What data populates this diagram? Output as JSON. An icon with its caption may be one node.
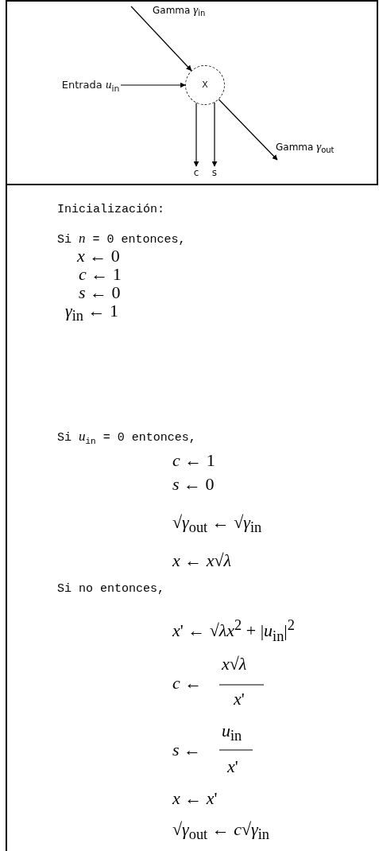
{
  "diagram": {
    "nodes": [
      {
        "text": [
          "Entrada *u*$_{in}$"
        ]
      },
      {
        "text": [
          "X"
        ]
      },
      {
        "text": [
          "c"
        ]
      },
      {
        "text": [
          "s"
        ]
      }
    ],
    "edges": [
      {
        "from": null,
        "to": 1,
        "arrow": "to",
        "label": "Gamma *γ*$_{in}$"
      },
      {
        "from": 0,
        "to": 1,
        "arrow": "to"
      },
      {
        "from": 1,
        "to": 2,
        "arrow": "to"
      },
      {
        "from": 1,
        "to": 3,
        "arrow": "to"
      },
      {
        "from": 1,
        "to": null,
        "arrow": "to",
        "label": "Gamma *γ*$_{out}$"
      }
    ],
    "labels": [
      "Inicialización:",
      "Si *n* = 0 entonces,",
      "*x* ← 0",
      "*c* ← 1",
      "*s* ← 0",
      "*γ*$_{in}$ ← 1",
      "Si *u*$_{in}$ = 0 entonces,",
      "*c* ← 1",
      "*s* ← 0",
      "√*γ*$_{out}$ ← √*γ*$_{in}$",
      "*x* ← *x*√*λ*",
      "Si no entonces,",
      "*x*' ← √*λx*$^{2}$ + |*u*$_{in}$|$^{2}$",
      "*c* ←",
      "*x*√*λ*",
      "*x*'",
      "*s* ←",
      "*u*$_{in}$",
      "*x*'",
      "*x* ← *x*'",
      "√*γ*$_{out}$ ← *c*√*γ*$_{in}$"
    ]
  }
}
